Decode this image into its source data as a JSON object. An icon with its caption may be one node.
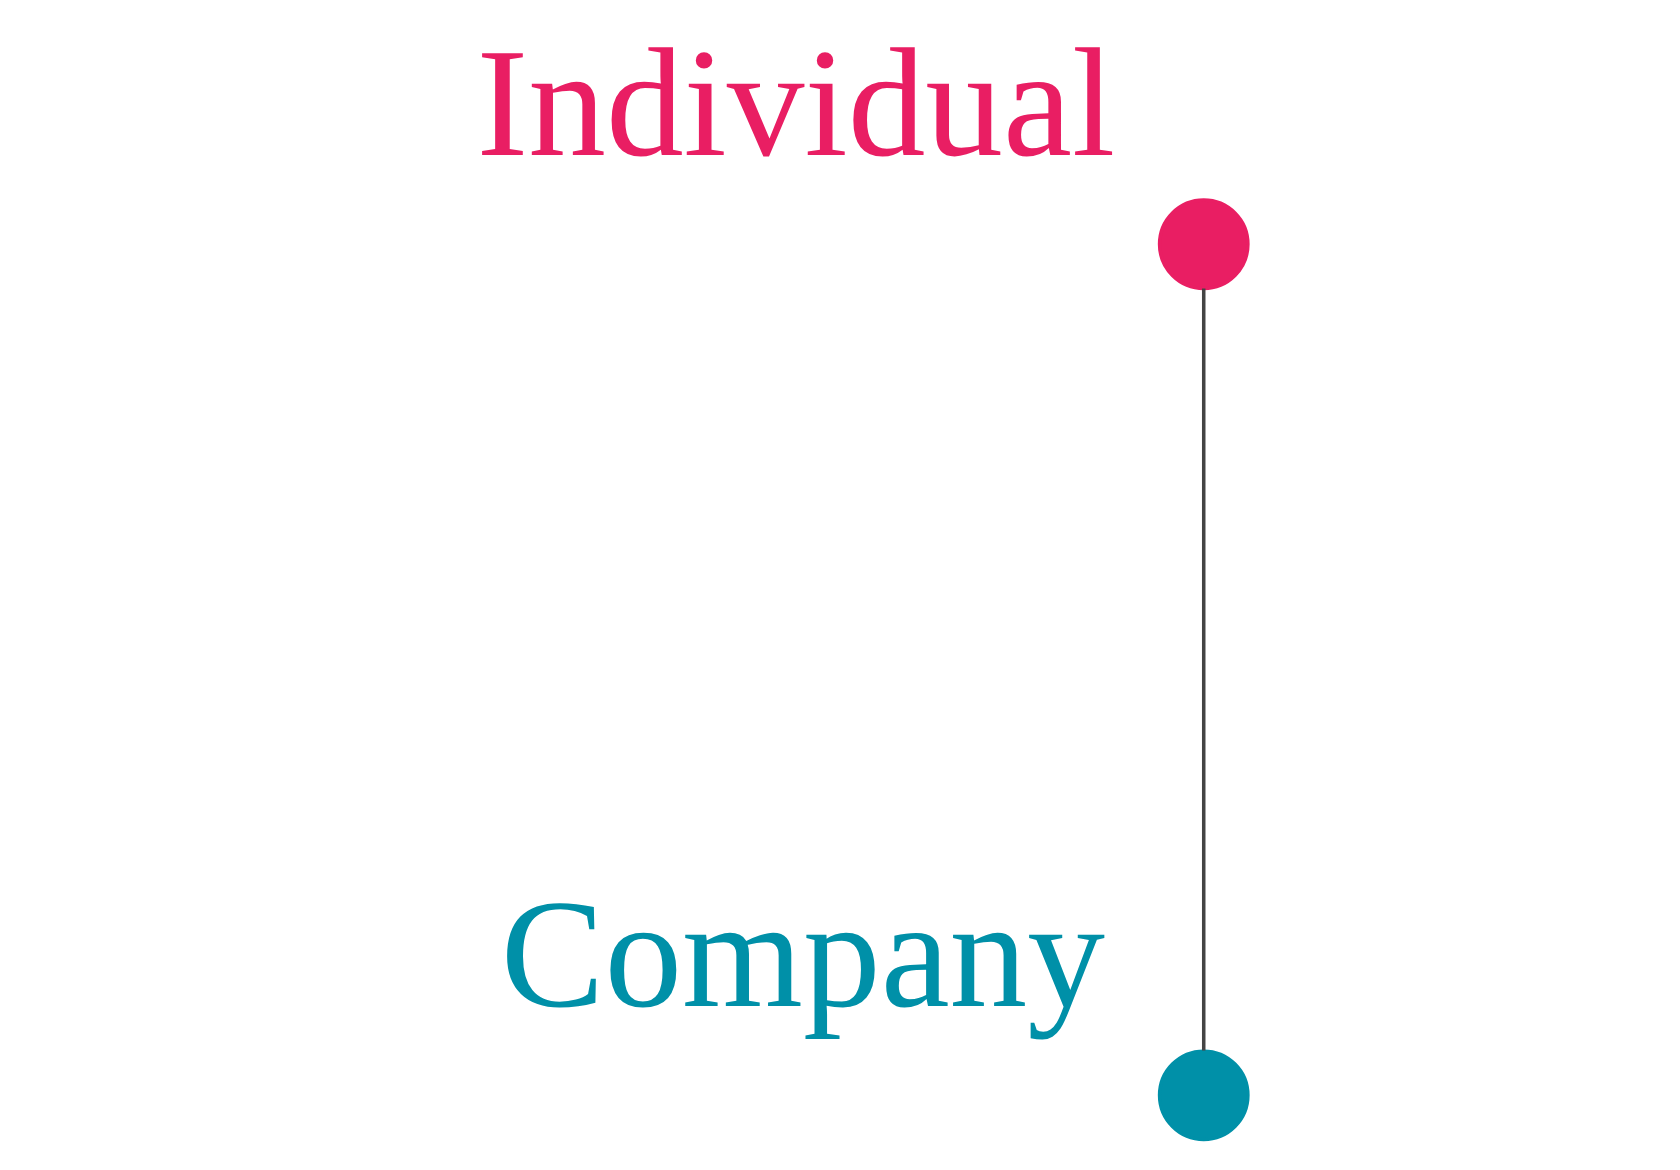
{
  "diagram": {
    "nodes": [
      {
        "text": [],
        "shape": "circle",
        "beside": [
          "Individual"
        ]
      },
      {
        "text": [],
        "shape": "circle",
        "beside": [
          "Company"
        ]
      }
    ],
    "edges": [
      {
        "from": 0,
        "to": 1,
        "arrow": "none"
      }
    ]
  }
}
